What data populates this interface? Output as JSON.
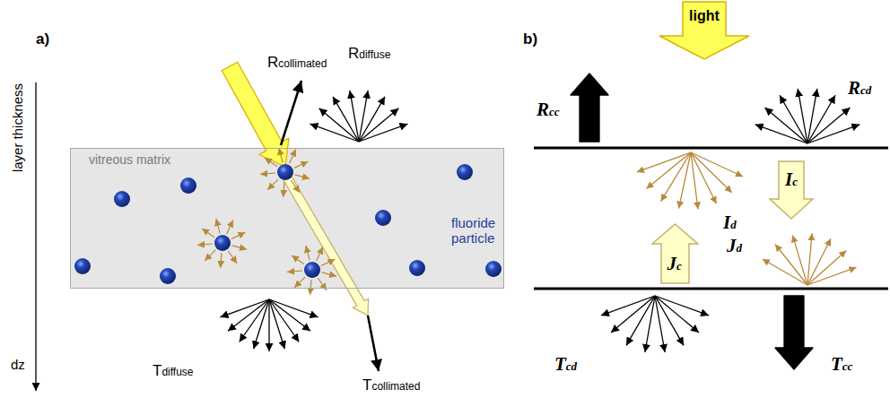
{
  "diagram": {
    "nodes": [
      {
        "text": [
          "vitreous matrix",
          "fluoride particle"
        ]
      },
      {
        "text": [
          "light"
        ]
      },
      {
        "text": [
          "Ic"
        ]
      },
      {
        "text": [
          "Jc"
        ]
      }
    ],
    "labels": [
      "a)",
      "Rcollimated",
      "Rdiffuse",
      "layer thickness",
      "dz",
      "Tdiffuse",
      "Tcollimated",
      "b)",
      "Rcc",
      "Rcd",
      "Id",
      "Tcd",
      "Tcc",
      "Jd"
    ]
  }
}
